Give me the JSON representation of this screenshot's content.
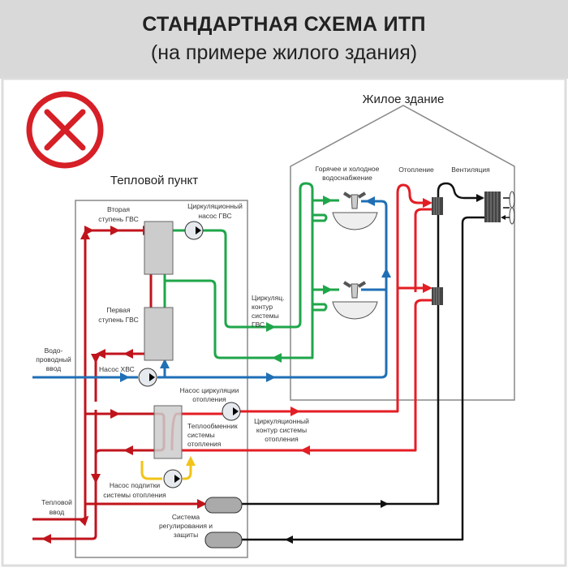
{
  "header": {
    "title": "СТАНДАРТНАЯ СХЕМА ИТП",
    "subtitle": "(на примере жилого здания)"
  },
  "status_icon": "red-cross-circle-icon",
  "colors": {
    "primary_heat": "#c0141c",
    "heating_loop": "#e31e24",
    "hot_water": "#1fa64a",
    "cold_water": "#1f6fb5",
    "makeup": "#f2c318",
    "ventilation": "#111111",
    "cross": "#d61f26"
  },
  "heat_point": {
    "title": "Тепловой пункт",
    "labels": {
      "second_stage": [
        "Вторая",
        "ступень ГВС"
      ],
      "circ_pump_gvs": [
        "Циркуляционный",
        "насос ГВС"
      ],
      "first_stage": [
        "Первая",
        "ступень ГВС"
      ],
      "water_inlet": [
        "Водо-",
        "проводный",
        "ввод"
      ],
      "cold_pump": "Насос ХВС",
      "gvs_loop": [
        "Циркуляц.",
        "контур",
        "системы",
        "ГВС"
      ],
      "heating_pump": [
        "Насос циркуляции",
        "отопления"
      ],
      "heating_hx": [
        "Теплообменник",
        "системы",
        "отопления"
      ],
      "heating_loop": [
        "Циркуляционный",
        "контур системы",
        "отопления"
      ],
      "makeup_pump": [
        "Насос подпитки",
        "системы отопления"
      ],
      "heat_inlet": [
        "Тепловой",
        "ввод"
      ],
      "control": [
        "Система",
        "регулирования и",
        "защиты"
      ]
    }
  },
  "building": {
    "title": "Жилое здание",
    "labels": {
      "water": [
        "Горячее и холодное",
        "водоснабжение"
      ],
      "heating": "Отопление",
      "ventilation": "Вентиляция"
    }
  }
}
